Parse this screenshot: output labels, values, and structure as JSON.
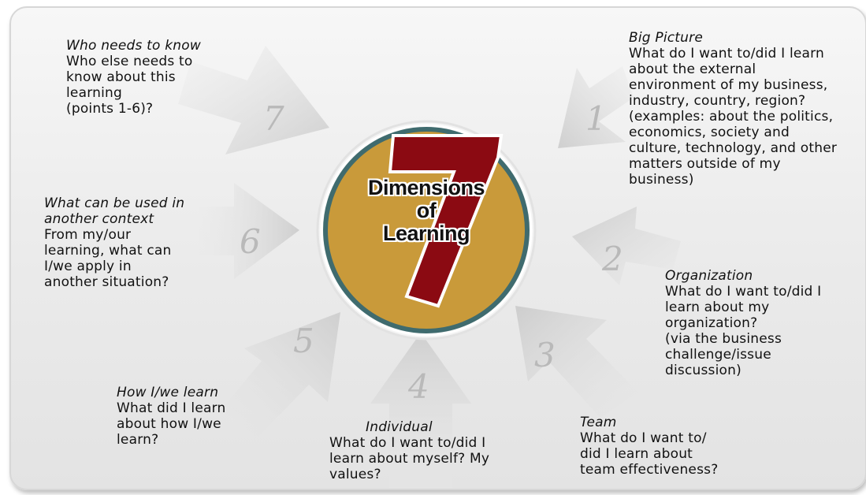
{
  "center": {
    "numeral": "7",
    "line1": "Dimensions",
    "line2": "of",
    "line3": "Learning"
  },
  "arrows": [
    {
      "number": "1",
      "heading": "Big Picture",
      "body": "What do I want to/did I learn\nabout the external\nenvironment of my business,\nindustry, country, region?\n(examples: about the politics,\neconomics, society and\nculture, technology, and other\nmatters outside of my\nbusiness)"
    },
    {
      "number": "2",
      "heading": "Organization",
      "body": "What do I want to/did I\nlearn about my\norganization?\n(via the business\nchallenge/issue\ndiscussion)"
    },
    {
      "number": "3",
      "heading": "Team",
      "body": "What do I want to/\ndid I learn about\nteam effectiveness?"
    },
    {
      "number": "4",
      "heading": "Individual",
      "body": "What do I want to/did I\nlearn about myself? My\nvalues?"
    },
    {
      "number": "5",
      "heading": "How I/we learn",
      "body": "What did I learn\nabout how I/we\nlearn?"
    },
    {
      "number": "6",
      "heading": "What can be used in\nanother context",
      "body": "From my/our\nlearning, what can\nI/we apply in\nanother situation?"
    },
    {
      "number": "7",
      "heading": "Who needs to know",
      "body": "Who else needs to\nknow about this\nlearning\n(points 1-6)?"
    }
  ],
  "colors": {
    "circle_fill": "#c99a3a",
    "circle_ring": "#3f6b6e",
    "numeral_fill": "#8b0a12",
    "arrow_fill": "#d4d4d4"
  }
}
